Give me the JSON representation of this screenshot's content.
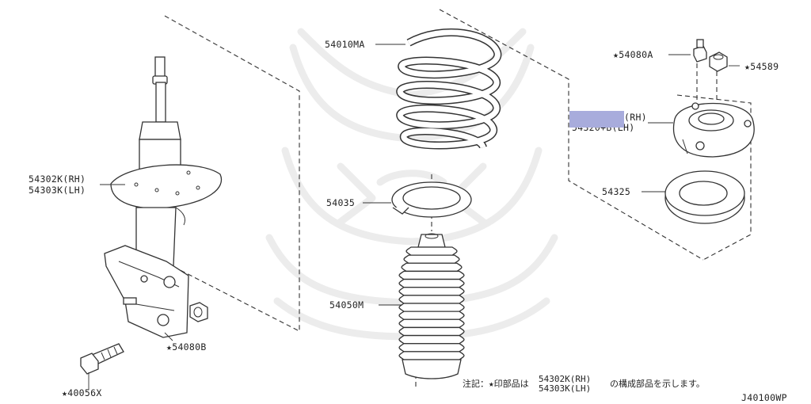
{
  "diagram": {
    "drawing_code": "J40100WP",
    "callouts": {
      "strut_rh": "54302K(RH)",
      "strut_lh": "54303K(LH)",
      "bolt": "40056X",
      "nut_54080b": "54080B",
      "coil_spring": "54010MA",
      "spring_seat": "54035",
      "bound_bumper": "54050M",
      "mount_nut": "54080A",
      "nut_54589": "54589",
      "mount_insulator_rh": "(RH)",
      "mount_insulator_lh": "54320+B(LH)",
      "bearing": "54325"
    },
    "note": {
      "prefix": "注記：★印部品は",
      "parts_rh": "54302K(RH)",
      "parts_lh": "54303K(LH)",
      "suffix": "の構成部品を示します。"
    },
    "star_glyph": "★",
    "redaction_color": "#a8acdc",
    "icons": [
      "star-icon",
      "strut-assembly-icon",
      "coil-spring-icon",
      "spring-seat-icon",
      "bound-bumper-icon",
      "mount-insulator-icon",
      "bearing-icon",
      "bolt-icon",
      "nut-icon"
    ]
  }
}
